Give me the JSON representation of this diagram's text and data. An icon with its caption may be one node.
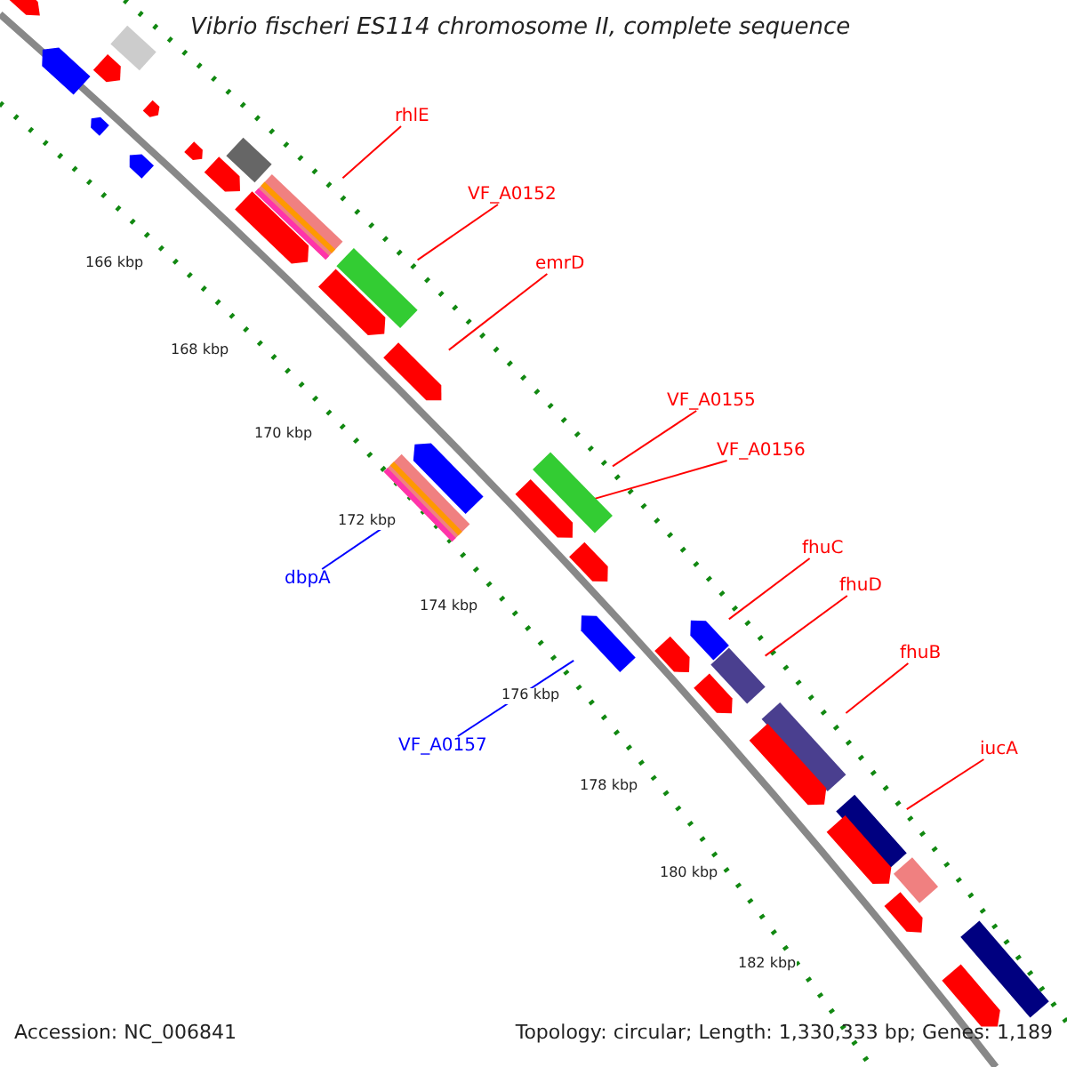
{
  "diagram": {
    "title": "Vibrio fischeri ES114 chromosome II, complete sequence",
    "nodes": [
      {
        "text": [
          "rhlE"
        ]
      },
      {
        "text": [
          "VF_A0152"
        ]
      },
      {
        "text": [
          "emrD"
        ]
      },
      {
        "text": [
          "VF_A0155"
        ]
      },
      {
        "text": [
          "VF_A0156"
        ]
      },
      {
        "text": [
          "fhuC"
        ]
      },
      {
        "text": [
          "fhuD"
        ]
      },
      {
        "text": [
          "fhuB"
        ]
      },
      {
        "text": [
          "iucA"
        ]
      },
      {
        "text": [
          "dbpA"
        ]
      },
      {
        "text": [
          "VF_A0157"
        ]
      },
      {
        "text": [],
        "shape": "bar"
      },
      {
        "text": [],
        "shape": "bar"
      },
      {
        "text": [],
        "shape": "bar"
      },
      {
        "text": [],
        "shape": "bar"
      },
      {
        "text": [],
        "shape": "bar"
      },
      {
        "text": [],
        "shape": "bar"
      },
      {
        "text": [],
        "shape": "bar"
      },
      {
        "text": [],
        "shape": "bar"
      },
      {
        "text": [],
        "shape": "bar"
      },
      {
        "text": [],
        "shape": "bar"
      },
      {
        "text": [],
        "shape": "bar"
      },
      {
        "text": [],
        "shape": "bar"
      },
      {
        "text": [],
        "shape": "bar"
      },
      {
        "text": [],
        "shape": "bar"
      },
      {
        "text": [],
        "shape": "bar"
      },
      {
        "text": [],
        "shape": "bar"
      },
      {
        "text": [],
        "shape": "bar"
      },
      {
        "text": [],
        "shape": "bar"
      },
      {
        "text": [],
        "shape": "bar"
      },
      {
        "text": [],
        "shape": "bar"
      },
      {
        "text": [],
        "shape": "bar"
      },
      {
        "text": [],
        "shape": "bar"
      },
      {
        "text": [],
        "shape": "bar"
      },
      {
        "text": [],
        "shape": "bar"
      },
      {
        "text": [],
        "shape": "bar"
      },
      {
        "text": [],
        "shape": "bar"
      },
      {
        "text": [],
        "shape": "bar"
      },
      {
        "text": [],
        "shape": "bar"
      },
      {
        "text": [],
        "shape": "bar"
      },
      {
        "text": [],
        "shape": "bar"
      },
      {
        "text": [],
        "shape": "bar"
      },
      {
        "text": [],
        "shape": "bar"
      },
      {
        "text": [],
        "shape": "bar"
      }
    ],
    "edges": [
      {
        "from": 0,
        "to": 11,
        "arrow": "none"
      },
      {
        "from": 1,
        "to": 12,
        "arrow": "none"
      },
      {
        "from": 2,
        "to": 13,
        "arrow": "none"
      },
      {
        "from": 3,
        "to": 14,
        "arrow": "none"
      },
      {
        "from": 4,
        "to": 15,
        "arrow": "none"
      },
      {
        "from": 5,
        "to": 16,
        "arrow": "none"
      },
      {
        "from": 6,
        "to": 17,
        "arrow": "none"
      },
      {
        "from": 7,
        "to": 18,
        "arrow": "none"
      },
      {
        "from": 8,
        "to": 19,
        "arrow": "none"
      },
      {
        "from": 9,
        "to": 20,
        "arrow": "none",
        "color": "#0000ff"
      },
      {
        "from": 10,
        "to": 21,
        "arrow": "none",
        "color": "#0000ff"
      }
    ],
    "labels": [
      "166 kbp",
      "168 kbp",
      "170 kbp",
      "172 kbp",
      "174 kbp",
      "176 kbp",
      "178 kbp",
      "180 kbp",
      "182 kbp",
      "Accession: NC_006841",
      "Topology: circular; Length: 1,330,333 bp; Genes: 1,189"
    ]
  }
}
